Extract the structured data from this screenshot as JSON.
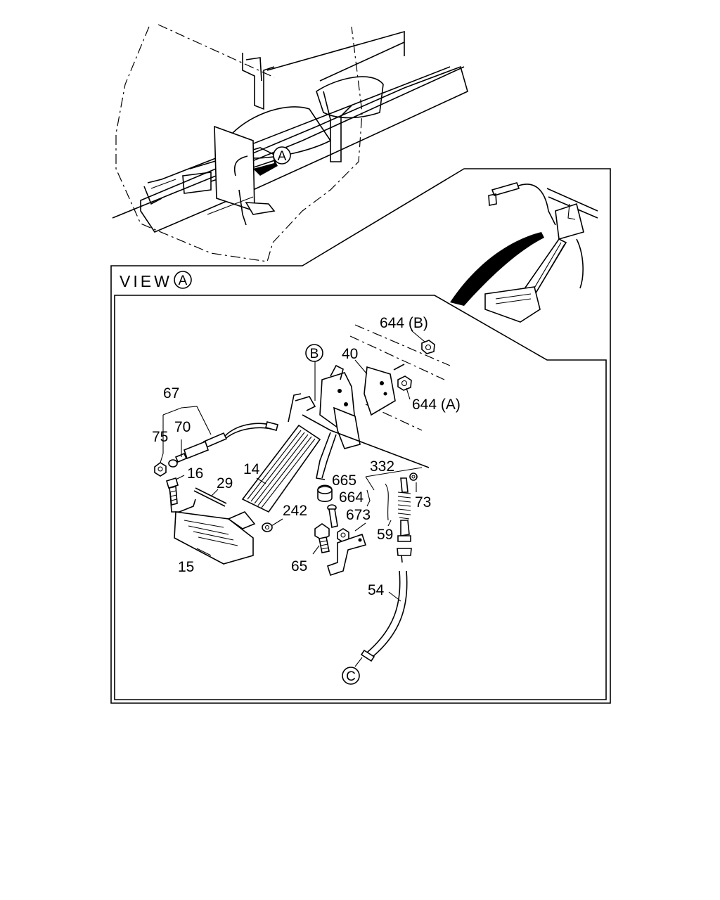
{
  "view_header": {
    "prefix": "VIEW",
    "marker": "A"
  },
  "markers": {
    "a_overview": "A",
    "b": "B",
    "c": "C"
  },
  "labels": {
    "p644b": "644 (B)",
    "p40": "40",
    "p644a": "644 (A)",
    "p67": "67",
    "p70": "70",
    "p75": "75",
    "p16": "16",
    "p29": "29",
    "p14": "14",
    "p332": "332",
    "p665": "665",
    "p664": "664",
    "p673": "673",
    "p73": "73",
    "p242": "242",
    "p59": "59",
    "p65": "65",
    "p15": "15",
    "p54": "54"
  }
}
